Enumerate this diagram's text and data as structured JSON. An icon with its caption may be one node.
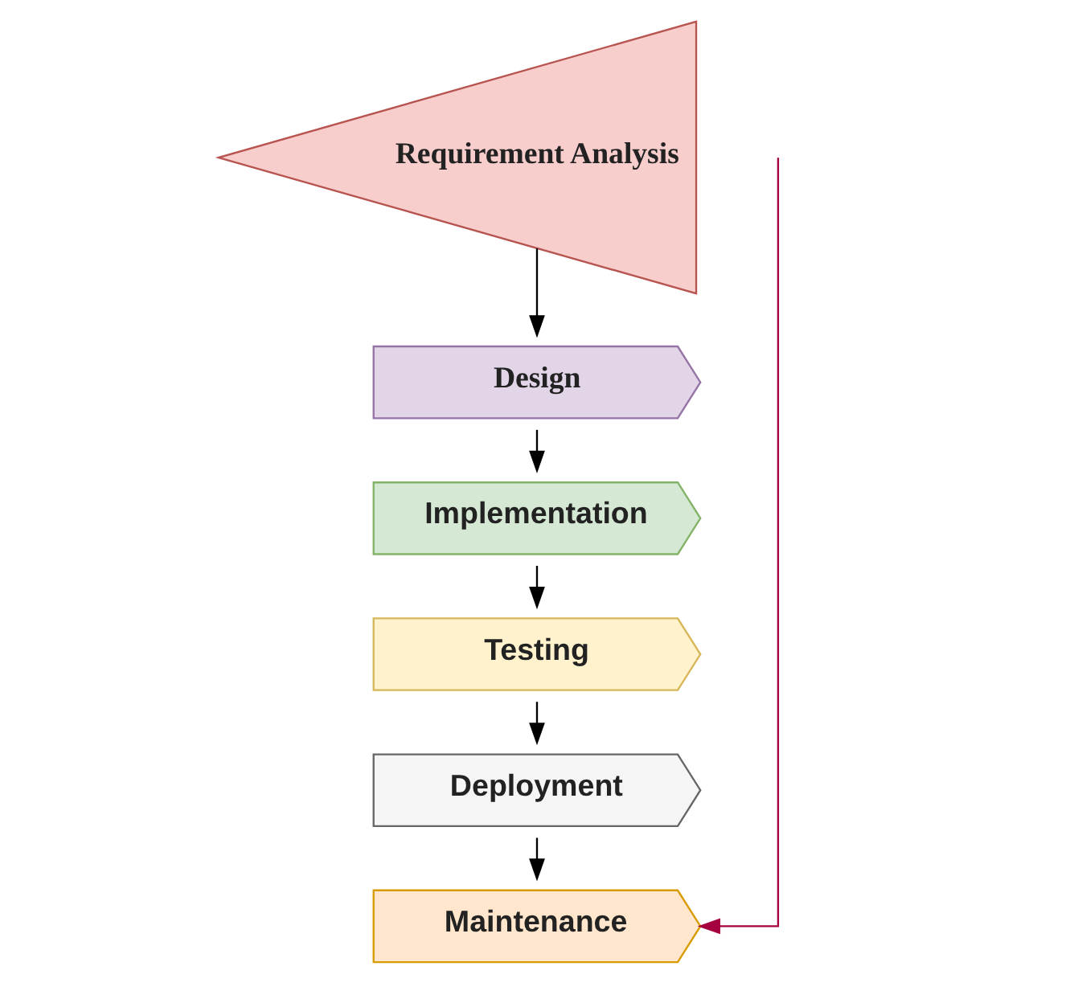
{
  "diagram": {
    "nodes": [
      {
        "text": [
          "Requirement Analysis"
        ]
      },
      {
        "text": [
          "Design"
        ]
      },
      {
        "text": [
          "Implementation"
        ]
      },
      {
        "text": [
          "Testing"
        ]
      },
      {
        "text": [
          "Deployment"
        ]
      },
      {
        "text": [
          "Maintenance"
        ]
      }
    ],
    "edges": [
      {
        "from": 0,
        "to": 1,
        "arrow": "to"
      },
      {
        "from": 1,
        "to": 2,
        "arrow": "to"
      },
      {
        "from": 2,
        "to": 3,
        "arrow": "to"
      },
      {
        "from": 3,
        "to": 4,
        "arrow": "to"
      },
      {
        "from": 4,
        "to": 5,
        "arrow": "to"
      },
      {
        "from": 0,
        "to": 5,
        "arrow": "to",
        "color": "#a50040"
      }
    ]
  }
}
